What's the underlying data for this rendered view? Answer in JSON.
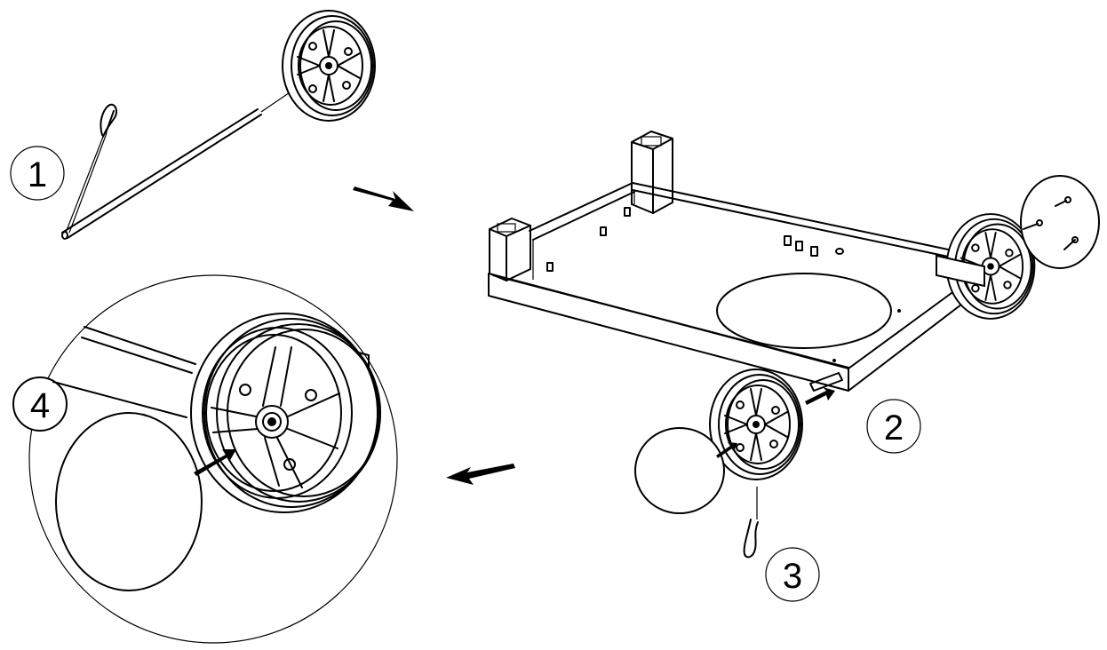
{
  "figure": {
    "steps": [
      {
        "label": "1"
      },
      {
        "label": "2"
      },
      {
        "label": "3"
      },
      {
        "label": "4"
      }
    ],
    "colors": {
      "line": "#000000",
      "background": "#ffffff"
    },
    "icons": [
      "wheel",
      "axle",
      "hitch-pin",
      "hubcap",
      "cart-frame",
      "arrow"
    ]
  }
}
